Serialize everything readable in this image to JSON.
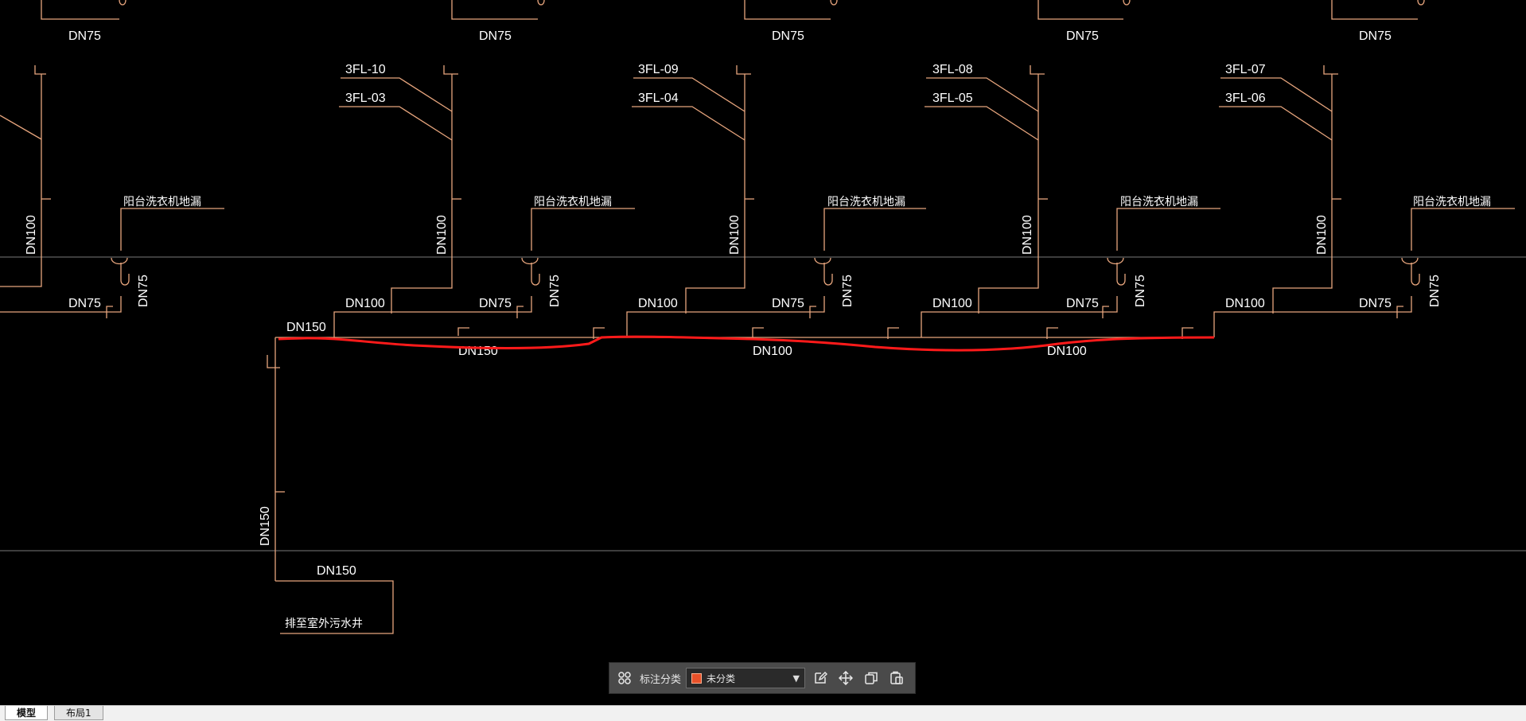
{
  "drawing": {
    "column_labels": [
      "DN75",
      "DN75",
      "DN75",
      "DN75",
      "DN75"
    ],
    "top_riser_labels": [
      "DN75",
      "DN75",
      "DN75",
      "DN75",
      "DN75"
    ],
    "riser_size_labels": [
      "DN100",
      "DN100",
      "DN100",
      "DN100",
      "DN100"
    ],
    "floor_drain_labels": [
      "阳台洗衣机地漏",
      "阳台洗衣机地漏",
      "阳台洗衣机地漏",
      "阳台洗衣机地漏",
      "阳台洗衣机地漏"
    ],
    "branch_dn100_labels": [
      "DN100",
      "DN100",
      "DN100",
      "DN100"
    ],
    "branch_dn75_labels": [
      "DN75",
      "DN75",
      "DN75",
      "DN75",
      "DN75"
    ],
    "trap_dn75_labels": [
      "DN75",
      "DN75",
      "DN75",
      "DN75",
      "DN75"
    ],
    "pipe_tags_upper": [
      "3FL-10",
      "3FL-09",
      "3FL-08",
      "3FL-07"
    ],
    "pipe_tags_lower": [
      "3FL-03",
      "3FL-04",
      "3FL-05",
      "3FL-06"
    ],
    "main_dn150_label": "DN150",
    "main_segment_labels": [
      "DN150",
      "DN100",
      "DN100"
    ],
    "vertical_dn150_label": "DN150",
    "outlet_dn150_label": "DN150",
    "outlet_note": "排至室外污水井"
  },
  "annotation_toolbar": {
    "label": "标注分类",
    "selected_value": "未分类",
    "swatch_color": "#e8512a"
  },
  "tabs": [
    {
      "label": "模型"
    },
    {
      "label": "布局1"
    }
  ],
  "colors": {
    "pipe": "#e7a57d",
    "highlight": "#ff1a1a",
    "background": "#000000"
  }
}
